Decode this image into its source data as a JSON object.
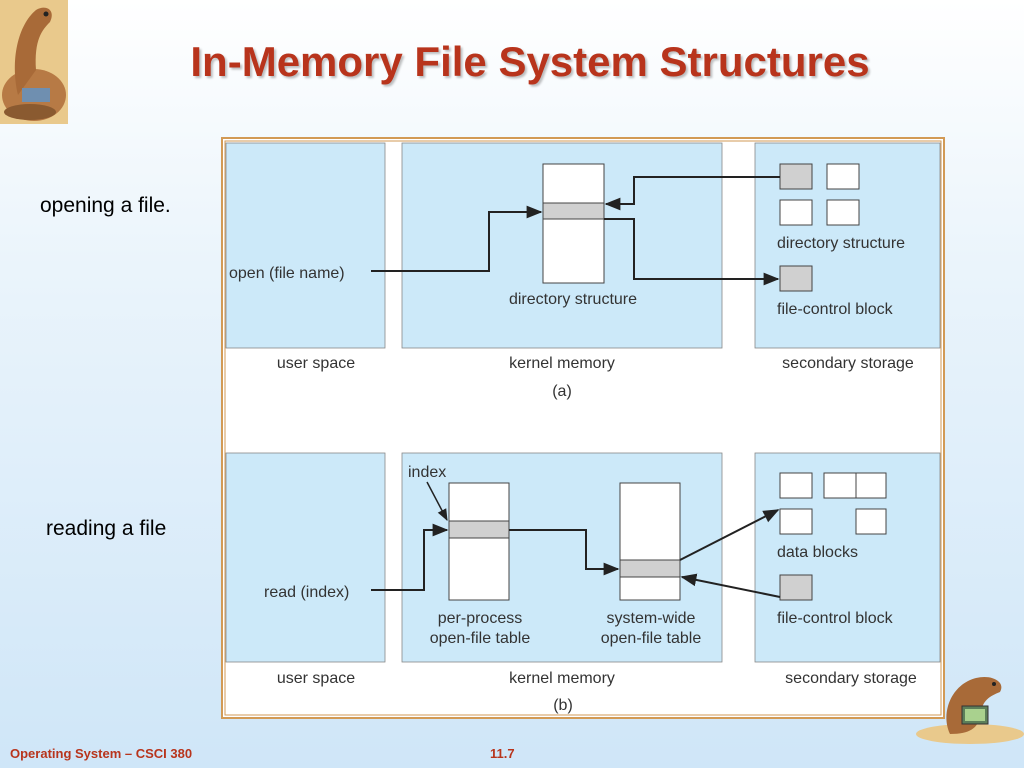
{
  "slide": {
    "title": "In-Memory File System Structures",
    "label_open": "opening a file.",
    "label_read": "reading a file",
    "footer_course": "Operating System – CSCI 380",
    "footer_page": "11.7"
  },
  "diagram": {
    "a": {
      "caption": "(a)",
      "user_space": "user space",
      "kernel_memory": "kernel memory",
      "secondary_storage": "secondary storage",
      "call": "open (file name)",
      "kernel_table": "directory structure",
      "storage_dir": "directory structure",
      "storage_fcb": "file-control block"
    },
    "b": {
      "caption": "(b)",
      "user_space": "user space",
      "kernel_memory": "kernel memory",
      "secondary_storage": "secondary storage",
      "call": "read (index)",
      "index": "index",
      "per_process_1": "per-process",
      "per_process_2": "open-file table",
      "system_wide_1": "system-wide",
      "system_wide_2": "open-file table",
      "data_blocks": "data blocks",
      "storage_fcb": "file-control block"
    }
  },
  "colors": {
    "title": "#b8341c",
    "panel": "#cce9f9",
    "frame": "#d29a55",
    "highlight": "#d0d0d0"
  }
}
